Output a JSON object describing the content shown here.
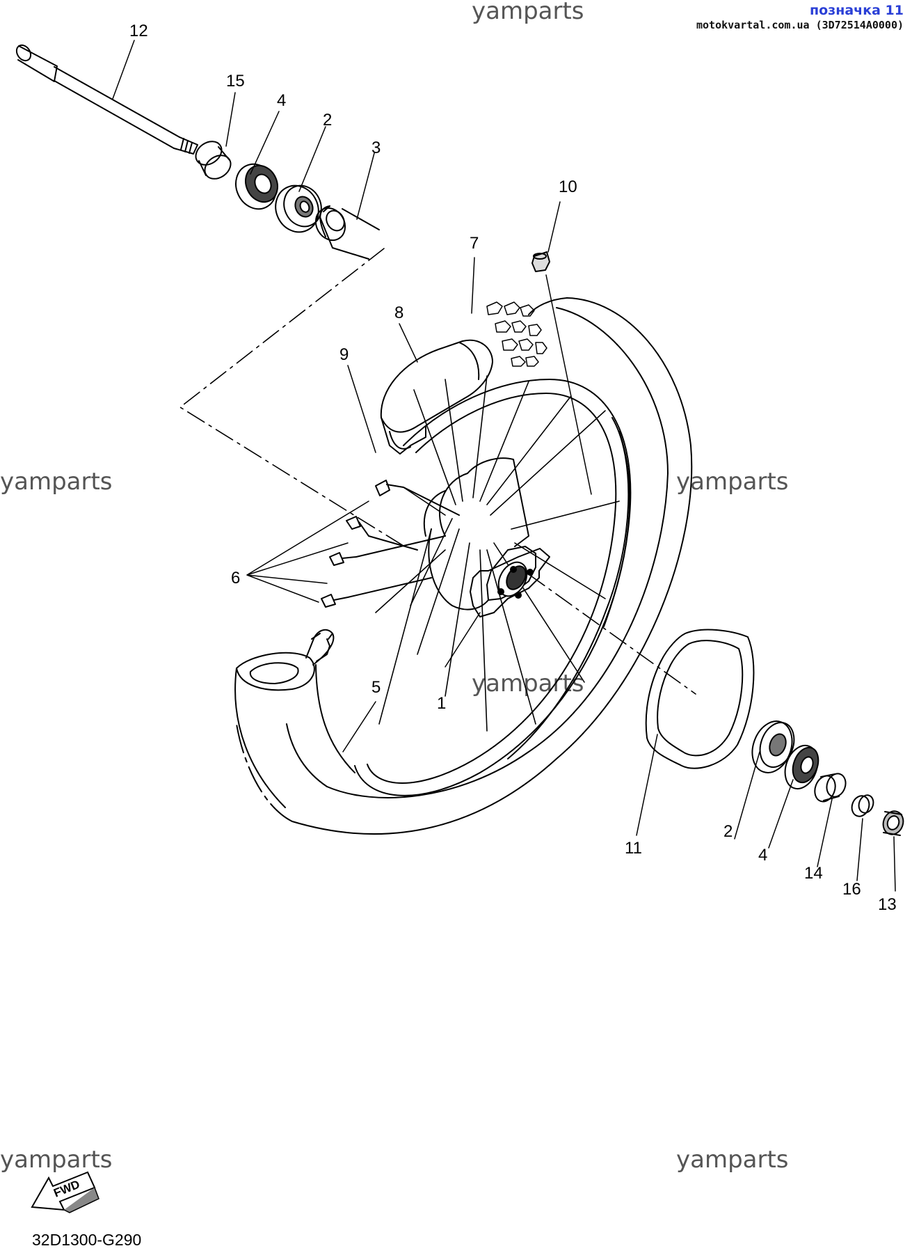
{
  "header": {
    "label": "позначка 11",
    "source": "motokvartal.com.ua (3D72514A0000)"
  },
  "watermark": "yamparts",
  "diagram_code": "32D1300-G290",
  "fwd_label": "FWD",
  "callouts": [
    "12",
    "15",
    "4",
    "2",
    "3",
    "10",
    "7",
    "8",
    "9",
    "6",
    "5",
    "1",
    "11",
    "2",
    "4",
    "14",
    "16",
    "13"
  ],
  "colors": {
    "line": "#000000",
    "watermark": "#555555",
    "header": "#2a3fd6"
  }
}
